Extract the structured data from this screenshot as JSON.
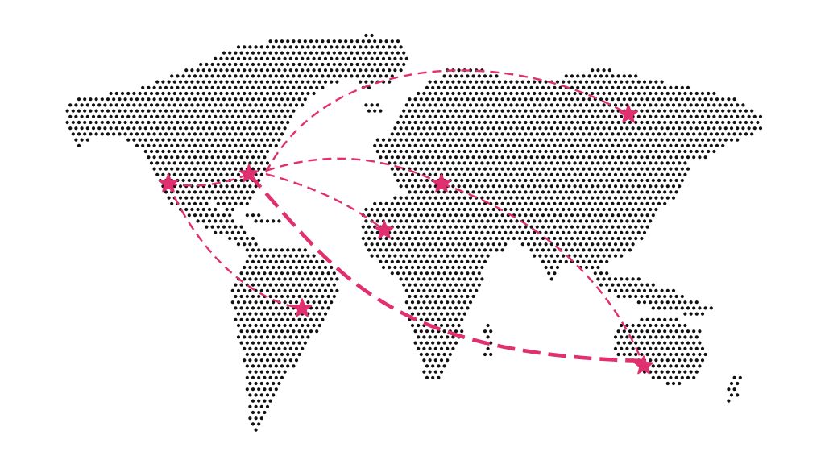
{
  "map": {
    "style": "dotted-world-map",
    "dot_color": "#111111",
    "route_color": "#e0306f",
    "marker_icon": "star-icon",
    "locations": [
      {
        "id": "us-west"
      },
      {
        "id": "us-east"
      },
      {
        "id": "south-america"
      },
      {
        "id": "west-africa"
      },
      {
        "id": "middle-east"
      },
      {
        "id": "siberia"
      },
      {
        "id": "australia"
      }
    ],
    "routes": [
      {
        "from": "us-west",
        "to": "us-east",
        "style": "dashed"
      },
      {
        "from": "us-west",
        "to": "south-america",
        "style": "dashed"
      },
      {
        "from": "us-east",
        "to": "siberia",
        "style": "dashed"
      },
      {
        "from": "us-east",
        "to": "middle-east",
        "style": "dashed"
      },
      {
        "from": "us-east",
        "to": "west-africa",
        "style": "dashed"
      },
      {
        "from": "us-east",
        "to": "australia",
        "style": "dashed-thick"
      },
      {
        "from": "middle-east",
        "to": "australia",
        "style": "dashed"
      }
    ]
  }
}
